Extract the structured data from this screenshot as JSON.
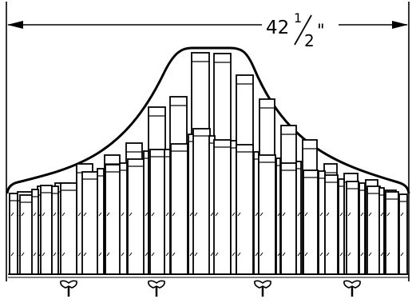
{
  "dimension": {
    "whole": "42",
    "numerator": "1",
    "denominator": "2",
    "unit": "\""
  },
  "colors": {
    "line": "#000000",
    "background": "#ffffff"
  },
  "icons": {
    "wing-nut": "wing-nut-icon"
  }
}
